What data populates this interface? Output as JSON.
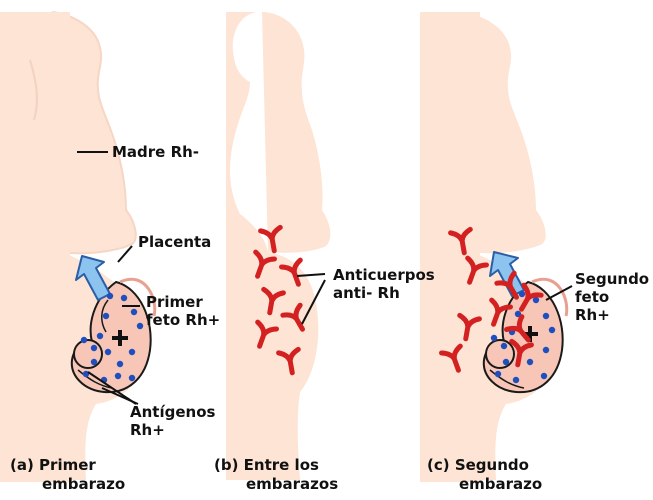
{
  "colors": {
    "skin": "#fde4d4",
    "skin_edge": "#f2cdb8",
    "fetus_fill": "#f7c6b6",
    "outline": "#1a1a1a",
    "antigen": "#1f4fbf",
    "antibody": "#d32020",
    "arrow_fill": "#8cc3ef",
    "arrow_stroke": "#2a5fa8"
  },
  "icons": {
    "antibody": "y-shaped-antibody-icon",
    "antigen": "dot-antigen-icon",
    "transfer": "arrow-up-left-icon",
    "rh_positive": "plus-icon"
  },
  "labels": {
    "madre": "Madre Rh-",
    "placenta": "Placenta",
    "primer_feto": [
      "Primer",
      "feto Rh+"
    ],
    "antigenos": [
      "Antígenos",
      "Rh+"
    ],
    "anticuerpos": [
      "Anticuerpos",
      "anti- Rh"
    ],
    "segundo_feto": [
      "Segundo",
      "feto",
      "Rh+"
    ]
  },
  "captions": {
    "a": [
      "(a) Primer",
      "embarazo"
    ],
    "b": [
      "(b) Entre los",
      "embarazos"
    ],
    "c": [
      "(c) Segundo",
      "embarazo"
    ]
  }
}
